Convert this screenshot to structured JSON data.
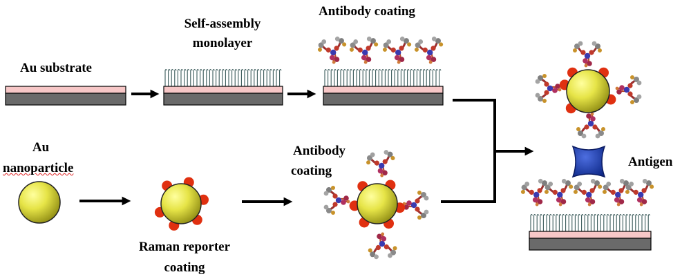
{
  "labels": {
    "au_substrate": "Au substrate",
    "sam_line1": "Self-assembly",
    "sam_line2": "monolayer",
    "antibody_coating_top": "Antibody coating",
    "au_line1": "Au",
    "au_line2": "nanoparticle",
    "raman_line1": "Raman reporter",
    "raman_line2": "coating",
    "antibody_line1": "Antibody",
    "antibody_line2": "coating",
    "antigen": "Antigen"
  },
  "colors": {
    "gold_particle": "#d4d23a",
    "raman_reporter": "#e03010",
    "antigen": "#1f3fa8",
    "substrate_gold_layer": "#f7c7c7",
    "substrate_base": "#6a6a6a",
    "monolayer": "#3a5a5a",
    "arrow": "#000000"
  },
  "icons": {
    "antibody": "antibody-icon",
    "nanoparticle": "gold-nanoparticle-icon",
    "antigen": "antigen-icon"
  }
}
